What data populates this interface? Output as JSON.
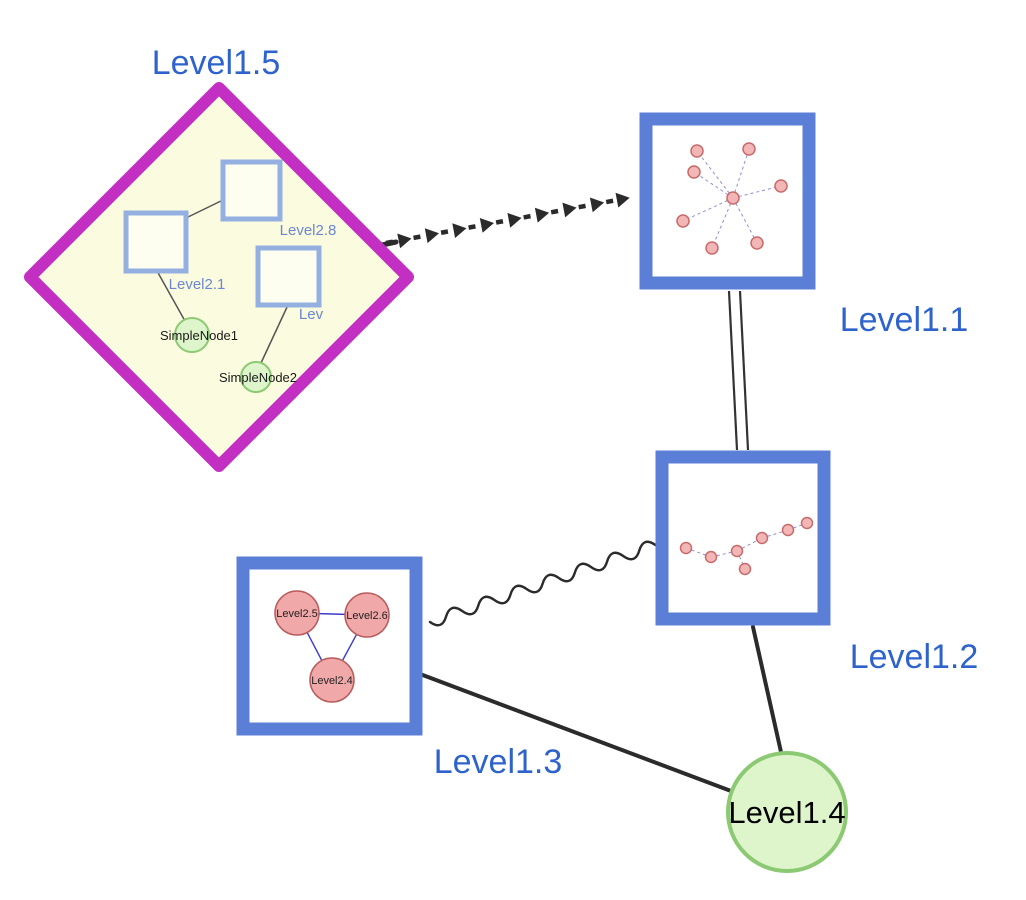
{
  "nodes": {
    "level15": {
      "label": "Level1.5",
      "shape": "diamond",
      "border_color": "#c32fc3",
      "fill": "#fbfbdf"
    },
    "level11": {
      "label": "Level1.1",
      "shape": "square",
      "border_color": "#5b7fd6"
    },
    "level12": {
      "label": "Level1.2",
      "shape": "square",
      "border_color": "#5b7fd6"
    },
    "level13": {
      "label": "Level1.3",
      "shape": "square",
      "border_color": "#5b7fd6"
    },
    "level14": {
      "label": "Level1.4",
      "shape": "circle",
      "fill": "#def5cb",
      "border_color": "#8cc973"
    },
    "level28": {
      "label": "Level2.8",
      "shape": "square",
      "border_color": "#93b0e0"
    },
    "level21": {
      "label": "Level2.1",
      "shape": "square",
      "border_color": "#93b0e0"
    },
    "level2x": {
      "label": "Lev",
      "shape": "square",
      "border_color": "#93b0e0"
    },
    "simplenode1": {
      "label": "SimpleNode1",
      "shape": "circle",
      "fill": "#def5cb"
    },
    "simplenode2": {
      "label": "SimpleNode2",
      "shape": "circle",
      "fill": "#def5cb"
    },
    "level25": {
      "label": "Level2.5",
      "shape": "circle",
      "fill": "#f0a8a8"
    },
    "level26": {
      "label": "Level2.6",
      "shape": "circle",
      "fill": "#f0a8a8"
    },
    "level24": {
      "label": "Level2.4",
      "shape": "circle",
      "fill": "#f0a8a8"
    }
  },
  "edges": [
    {
      "from": "Level1.5",
      "to": "Level1.1",
      "style": "bold-dashed-arrow"
    },
    {
      "from": "Level1.1",
      "to": "Level1.2",
      "style": "double-line"
    },
    {
      "from": "Level1.3",
      "to": "Level1.2",
      "style": "wavy"
    },
    {
      "from": "Level1.3",
      "to": "Level1.4",
      "style": "solid"
    },
    {
      "from": "Level1.2",
      "to": "Level1.4",
      "style": "solid"
    },
    {
      "from": "Level2.8",
      "to": "Level2.1",
      "style": "thin"
    },
    {
      "from": "Level2.1",
      "to": "SimpleNode1",
      "style": "thin"
    },
    {
      "from": "Lev",
      "to": "SimpleNode2",
      "style": "thin"
    },
    {
      "from": "Level2.5",
      "to": "Level2.6",
      "style": "thin-blue"
    },
    {
      "from": "Level2.5",
      "to": "Level2.4",
      "style": "thin-blue"
    },
    {
      "from": "Level2.6",
      "to": "Level2.4",
      "style": "thin-blue"
    }
  ],
  "colors": {
    "label_blue": "#2e63cc",
    "diamond_border": "#c32fc3",
    "diamond_fill": "#fbfbdf",
    "square_border": "#5b7fd6",
    "inner_square_border": "#93b0e0",
    "green_fill": "#def5cb",
    "green_border": "#8cc973",
    "pink_fill": "#f3b6b6",
    "pink_border": "#c96a6a",
    "edge_dark": "#2b2b2b",
    "inner_edge_blue": "#3b3bcc"
  }
}
